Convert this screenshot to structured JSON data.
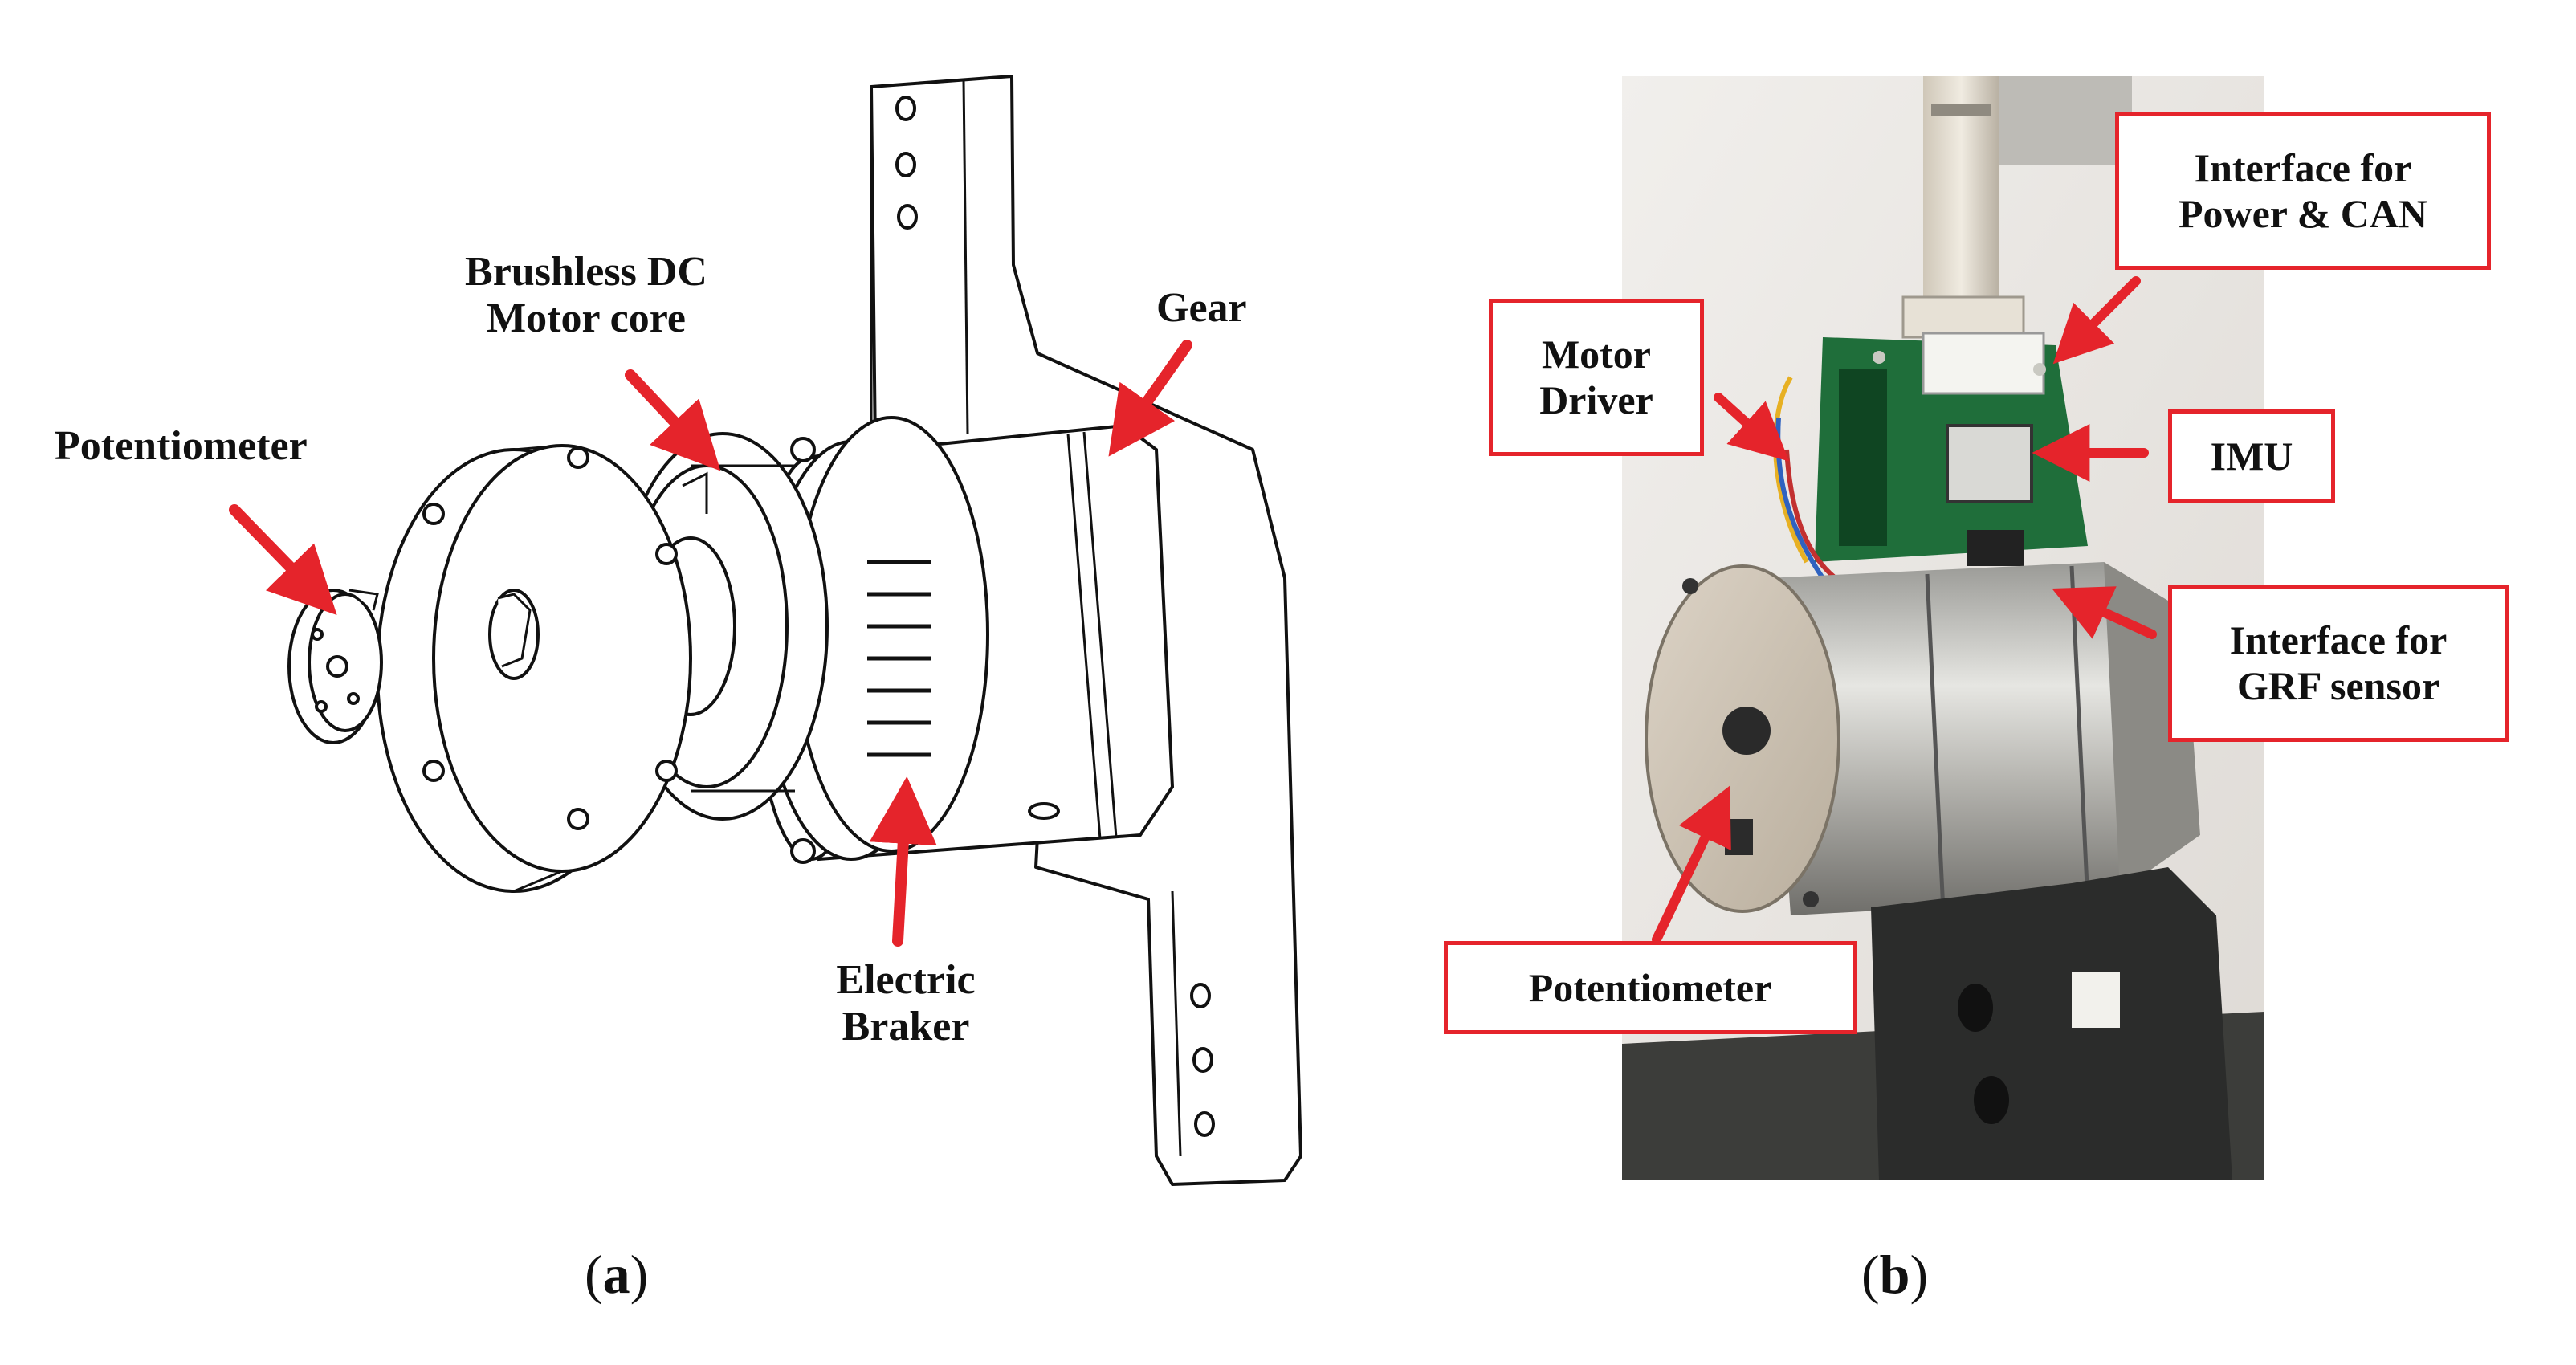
{
  "panel_a": {
    "caption_letter": "a",
    "labels": {
      "potentiometer": "Potentiometer",
      "bldc_line1": "Brushless DC",
      "bldc_line2": "Motor core",
      "gear": "Gear",
      "braker_line1": "Electric",
      "braker_line2": "Braker"
    }
  },
  "panel_b": {
    "caption_letter": "b",
    "labels": {
      "power_can_line1": "Interface for",
      "power_can_line2": "Power & CAN",
      "motor_driver_line1": "Motor",
      "motor_driver_line2": "Driver",
      "imu": "IMU",
      "grf_line1": "Interface for",
      "grf_line2": "GRF sensor",
      "potentiometer": "Potentiometer"
    }
  },
  "colors": {
    "arrow": "#e5242b",
    "box_border": "#e5242b"
  }
}
